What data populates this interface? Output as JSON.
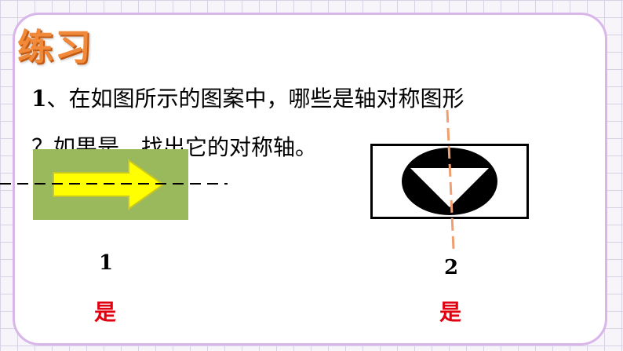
{
  "slide": {
    "title": "练习",
    "question": {
      "number": "1",
      "line1": "、在如图所示的图案中，哪些是轴对称图形",
      "line2": "？如果是，找出它的对称轴。"
    },
    "figures": [
      {
        "label": "1",
        "answer": "是",
        "axis": "horizontal"
      },
      {
        "label": "2",
        "answer": "是",
        "axis": "vertical"
      }
    ]
  },
  "colors": {
    "title": "#f08a3a",
    "border": "#d9b6ea",
    "green_rect": "#9ab85c",
    "arrow": "#ffff00",
    "axis_line": "#f0a070",
    "answer": "#e0000f"
  },
  "icons": [
    "arrow-right-icon",
    "circle-down-triangle-icon"
  ]
}
